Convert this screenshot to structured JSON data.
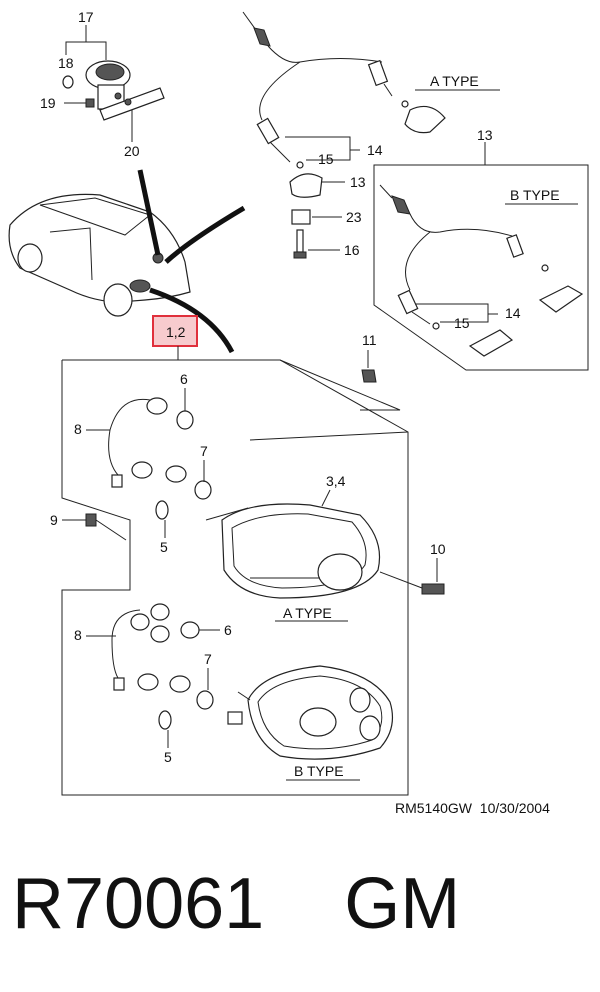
{
  "callouts": {
    "n17": "17",
    "n18": "18",
    "n19": "19",
    "n20": "20",
    "n14a": "14",
    "n15a": "15",
    "n13a": "13",
    "n23": "23",
    "n16": "16",
    "n13b": "13",
    "n14b": "14",
    "n15b": "15",
    "n12": "1,2",
    "n11": "11",
    "n6a": "6",
    "n8a": "8",
    "n7a": "7",
    "n5a": "5",
    "n9": "9",
    "n34": "3,4",
    "n10": "10",
    "n8b": "8",
    "n6b": "6",
    "n7b": "7",
    "n5b": "5"
  },
  "type_labels": {
    "a_type_top": "A TYPE",
    "b_type_top": "B TYPE",
    "a_type_lamp": "A TYPE",
    "b_type_lamp": "B TYPE"
  },
  "footer": {
    "drawing_code": "RM5140GW  10/30/2004",
    "part_number": "R70061    GM"
  },
  "colors": {
    "highlight": "#e0303c",
    "line": "#222222"
  }
}
